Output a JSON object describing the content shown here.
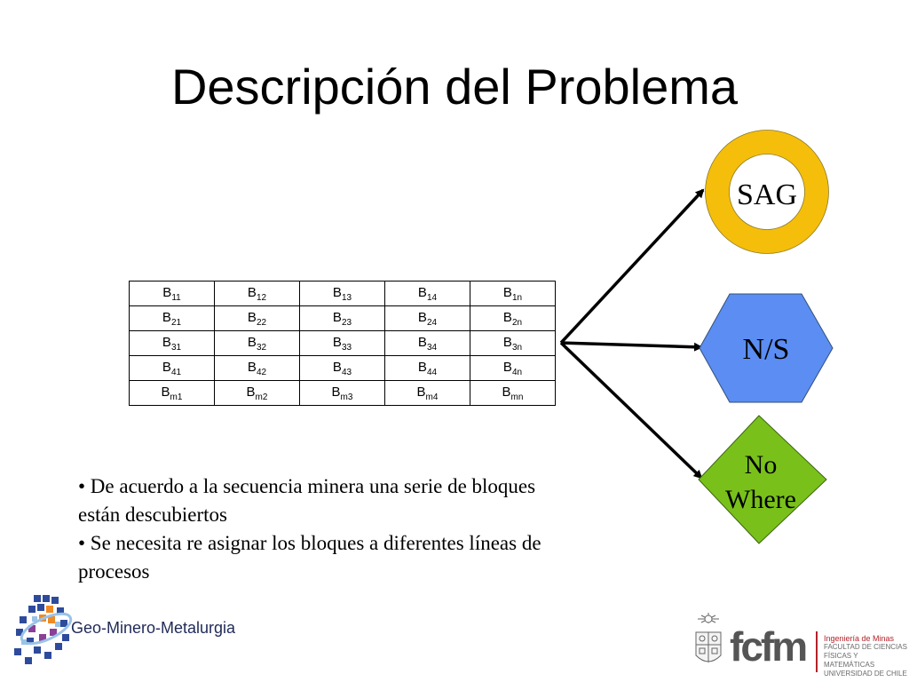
{
  "slide": {
    "title": "Descripción del Problema"
  },
  "blocks_table": {
    "rows": [
      [
        {
          "b": "B",
          "s": "11"
        },
        {
          "b": "B",
          "s": "12"
        },
        {
          "b": "B",
          "s": "13"
        },
        {
          "b": "B",
          "s": "14"
        },
        {
          "b": "B",
          "s": "1n"
        }
      ],
      [
        {
          "b": "B",
          "s": "21"
        },
        {
          "b": "B",
          "s": "22"
        },
        {
          "b": "B",
          "s": "23"
        },
        {
          "b": "B",
          "s": "24"
        },
        {
          "b": "B",
          "s": "2n"
        }
      ],
      [
        {
          "b": "B",
          "s": "31"
        },
        {
          "b": "B",
          "s": "32"
        },
        {
          "b": "B",
          "s": "33"
        },
        {
          "b": "B",
          "s": "34"
        },
        {
          "b": "B",
          "s": "3n"
        }
      ],
      [
        {
          "b": "B",
          "s": "41"
        },
        {
          "b": "B",
          "s": "42"
        },
        {
          "b": "B",
          "s": "43"
        },
        {
          "b": "B",
          "s": "44"
        },
        {
          "b": "B",
          "s": "4n"
        }
      ],
      [
        {
          "b": "B",
          "s": "m1"
        },
        {
          "b": "B",
          "s": "m2"
        },
        {
          "b": "B",
          "s": "m3"
        },
        {
          "b": "B",
          "s": "m4"
        },
        {
          "b": "B",
          "s": "mn"
        }
      ]
    ]
  },
  "destinations": {
    "sag": {
      "label": "SAG",
      "color": "#f5be0b"
    },
    "ns": {
      "label": "N/S",
      "color": "#5b8df2"
    },
    "nowhere": {
      "line1": "No",
      "line2": "Where",
      "color": "#79c11a"
    }
  },
  "bullets": [
    "• De acuerdo a la secuencia minera una serie de bloques están descubiertos",
    "• Se necesita re asignar los bloques a diferentes líneas de procesos"
  ],
  "logos": {
    "left": {
      "text": "Geo-Minero-Metalurgia"
    },
    "right": {
      "brand": "fcfm",
      "department": "Ingeniería de Minas",
      "line1": "FACULTAD DE CIENCIAS",
      "line2": "FÍSICAS Y MATEMÁTICAS",
      "line3": "UNIVERSIDAD DE CHILE"
    }
  }
}
